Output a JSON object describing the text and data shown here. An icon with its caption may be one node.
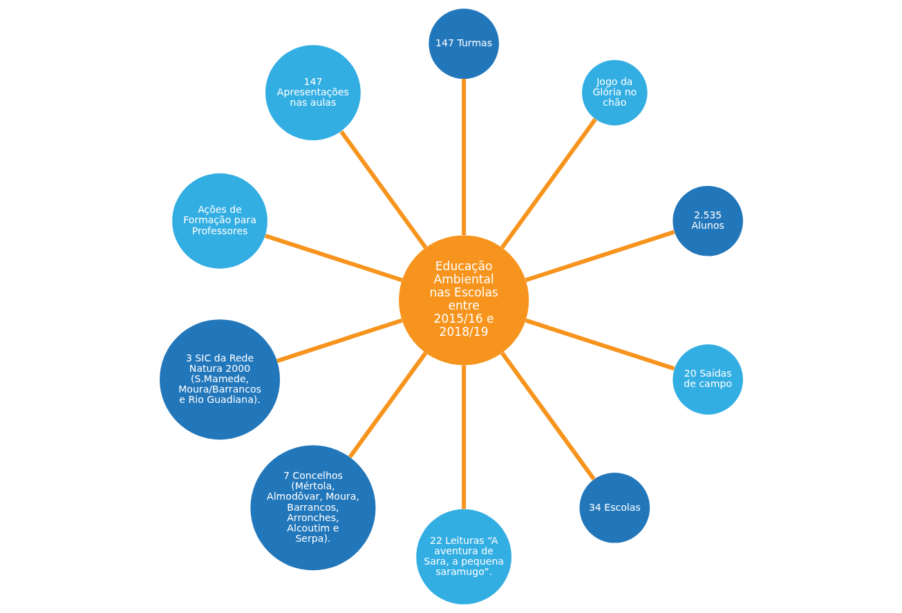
{
  "diagram": {
    "nodes": [
      {
        "text": [
          "Educação Ambiental nas Escolas entre 2015/16 e 2018/19"
        ]
      },
      {
        "text": [
          "2.535 Alunos"
        ]
      },
      {
        "text": [
          "Jogo da Glória no chão"
        ]
      },
      {
        "text": [
          "147 Turmas"
        ]
      },
      {
        "text": [
          "147 Apresentações nas aulas"
        ]
      },
      {
        "text": [
          "Ações de Formação para Professores"
        ]
      },
      {
        "text": [
          "3 SIC da Rede Natura 2000 (S.Mamede, Moura/Barrancos e Rio Guadiana)."
        ]
      },
      {
        "text": [
          "7 Concelhos (Mértola, Almodôvar, Moura, Barrancos, Arronches, Alcoutim e Serpa)."
        ]
      },
      {
        "text": [
          "22 Leituras “A aventura de Sara, a pequena saramugo”."
        ]
      },
      {
        "text": [
          "34 Escolas"
        ]
      },
      {
        "text": [
          "20 Saídas de campo"
        ]
      }
    ],
    "edges": [
      {
        "from": 0,
        "to": 1,
        "arrow": "none"
      },
      {
        "from": 0,
        "to": 2,
        "arrow": "none"
      },
      {
        "from": 0,
        "to": 3,
        "arrow": "none"
      },
      {
        "from": 0,
        "to": 4,
        "arrow": "none"
      },
      {
        "from": 0,
        "to": 5,
        "arrow": "none"
      },
      {
        "from": 0,
        "to": 6,
        "arrow": "none"
      },
      {
        "from": 0,
        "to": 7,
        "arrow": "none"
      },
      {
        "from": 0,
        "to": 8,
        "arrow": "none"
      },
      {
        "from": 0,
        "to": 9,
        "arrow": "none"
      },
      {
        "from": 0,
        "to": 10,
        "arrow": "none"
      }
    ]
  }
}
